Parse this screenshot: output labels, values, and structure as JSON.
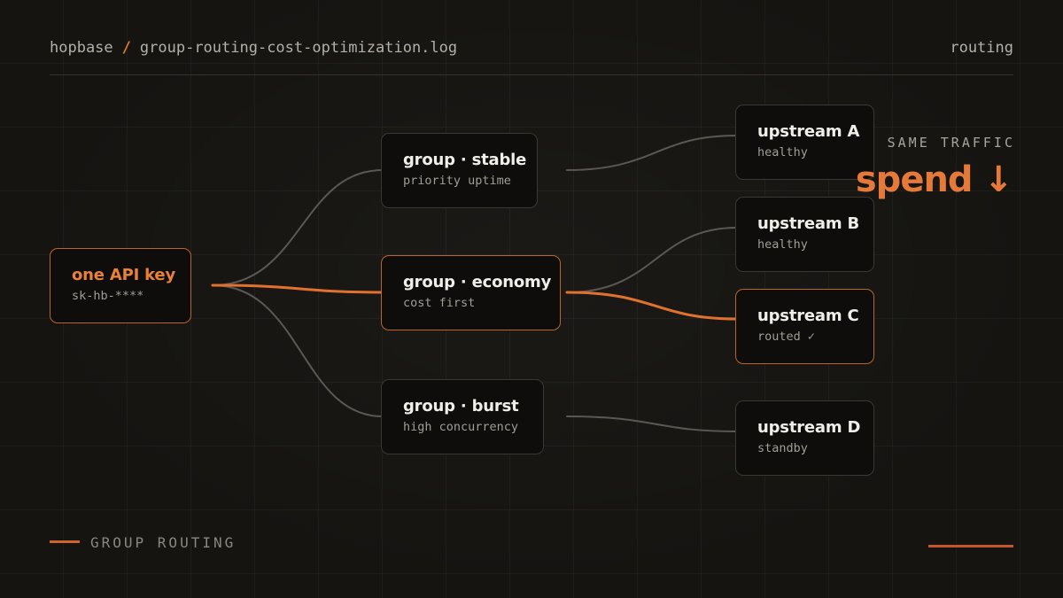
{
  "header": {
    "brand": "hopbase",
    "separator": "/",
    "file": "group-routing-cost-optimization.log",
    "section": "routing"
  },
  "key": {
    "title": "one API key",
    "subtitle": "sk-hb-****"
  },
  "groups": [
    {
      "title": "group · stable",
      "subtitle": "priority uptime"
    },
    {
      "title": "group · economy",
      "subtitle": "cost first"
    },
    {
      "title": "group · burst",
      "subtitle": "high concurrency"
    }
  ],
  "upstreams": [
    {
      "title": "upstream A",
      "status": "healthy"
    },
    {
      "title": "upstream B",
      "status": "healthy"
    },
    {
      "title": "upstream C",
      "status": "routed ✓"
    },
    {
      "title": "upstream D",
      "status": "standby"
    }
  ],
  "callout": {
    "label": "SAME TRAFFIC",
    "headline": "spend ↓"
  },
  "footer": {
    "tag": "GROUP ROUTING"
  },
  "colors": {
    "accent": "#e2772f",
    "link_idle": "#5a5853",
    "link_active": "#e0712e",
    "node_border": "#3a3833",
    "node_border_active": "#b9652a"
  }
}
